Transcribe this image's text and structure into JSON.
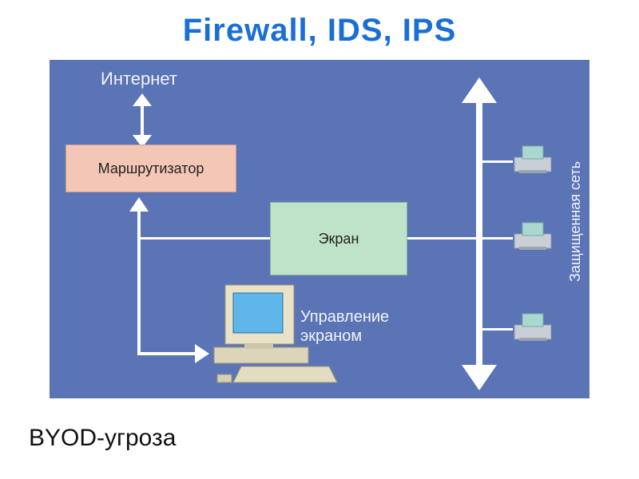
{
  "title": "Firewall, IDS, IPS",
  "colors": {
    "title": "#1a6fd6",
    "panel": "#5b74b6",
    "router_box": "#f4c6b6",
    "screen_box": "#bfe3c9",
    "lines": "#ffffff"
  },
  "diagram": {
    "internet_label": "Интернет",
    "router_label": "Маршрутизатор",
    "screen_label": "Экран",
    "management_label_line1": "Управление",
    "management_label_line2": "экраном",
    "protected_network_label": "Защищенная сеть",
    "icons": [
      "computer-icon",
      "printer-icon",
      "printer-icon",
      "printer-icon"
    ]
  },
  "footer_text": "BYOD-угроза"
}
